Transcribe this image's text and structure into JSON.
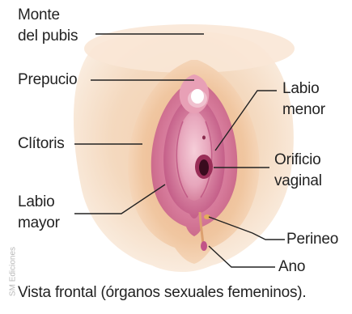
{
  "labels": {
    "monte_line1": "Monte",
    "monte_line2": "del pubis",
    "prepucio": "Prepucio",
    "clitoris": "Clítoris",
    "labio_mayor_line1": "Labio",
    "labio_mayor_line2": "mayor",
    "labio_menor_line1": "Labio",
    "labio_menor_line2": "menor",
    "orificio_line1": "Orificio",
    "orificio_line2": "vaginal",
    "perineo": "Perineo",
    "ano": "Ano"
  },
  "caption": "Vista frontal (órganos sexuales femeninos).",
  "credit": "SM Ediciones",
  "colors": {
    "skin_light": "#f7e4cf",
    "skin_mid": "#efc59f",
    "skin_dark": "#dfa57f",
    "outer_pink": "#d67a9a",
    "inner_pink": "#c3507f",
    "deep": "#7c1f43",
    "label_text": "#222222",
    "leader_line": "#222222"
  }
}
